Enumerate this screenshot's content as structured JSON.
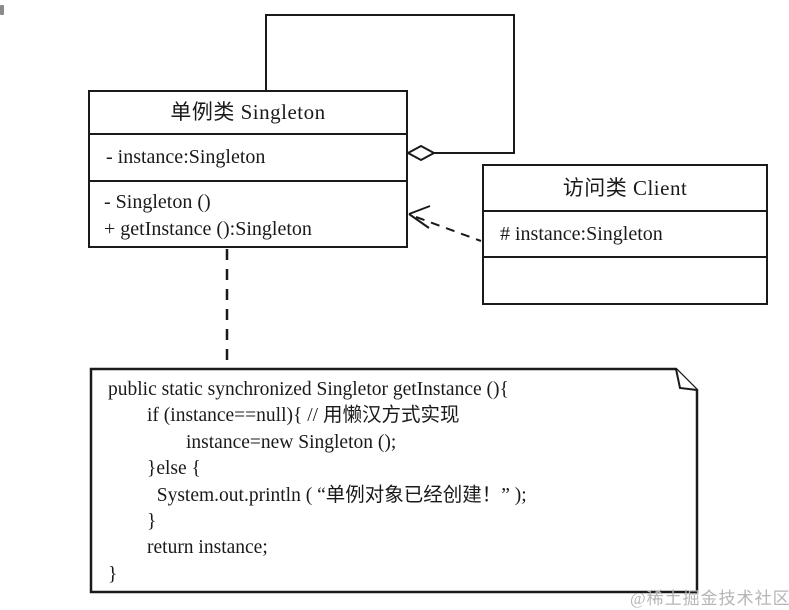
{
  "diagram_title": "Singleton pattern UML diagram",
  "singleton_class": {
    "title": "单例类 Singleton",
    "attributes": [
      "- instance:Singleton"
    ],
    "methods": [
      "- Singleton ()",
      "+ getInstance ():Singleton"
    ]
  },
  "client_class": {
    "title": "访问类 Client",
    "attributes": [
      "# instance:Singleton"
    ],
    "methods": []
  },
  "note": {
    "code_lines": [
      "public static synchronized Singletor getInstance (){",
      "        if (instance==null){ // 用懒汉方式实现",
      "                instance=new Singleton ();",
      "        }else {",
      "          System.out.println ( “单例对象已经创建！” );",
      "        }",
      "        return instance;",
      "}"
    ]
  },
  "relations": {
    "self_aggregation_icon": "hollow-diamond",
    "dependency_icon": "dashed-open-arrow",
    "note_anchor_icon": "dashed-line"
  },
  "watermark": "@稀土掘金技术社区",
  "colors": {
    "line": "#1a1a1a",
    "background": "#ffffff",
    "watermark": "#b5b5b5"
  }
}
